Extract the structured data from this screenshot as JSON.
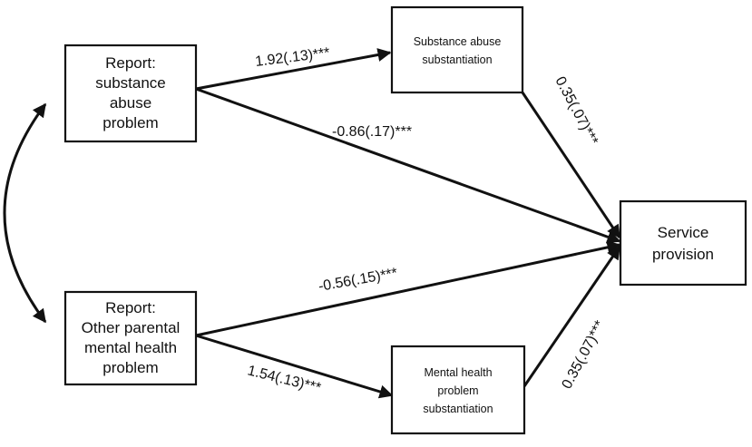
{
  "nodes": {
    "report_sa": {
      "lines": [
        "Report:",
        "substance",
        "abuse",
        "problem"
      ]
    },
    "sa_sub": {
      "lines": [
        "Substance abuse",
        "substantiation"
      ]
    },
    "service": {
      "lines": [
        "Service",
        "provision"
      ]
    },
    "report_mh": {
      "lines": [
        "Report:",
        "Other parental",
        "mental health",
        "problem"
      ]
    },
    "mh_sub": {
      "lines": [
        "Mental health",
        "problem",
        "substantiation"
      ]
    }
  },
  "edges": {
    "sa_to_sub": "1.92(.13)***",
    "sa_to_service": "-0.86(.17)***",
    "sasub_to_service": "0.35(.07)***",
    "mh_to_service": "-0.56(.15)***",
    "mh_to_sub": "1.54(.13)***",
    "mhsub_to_service": "0.35(.07)***"
  }
}
